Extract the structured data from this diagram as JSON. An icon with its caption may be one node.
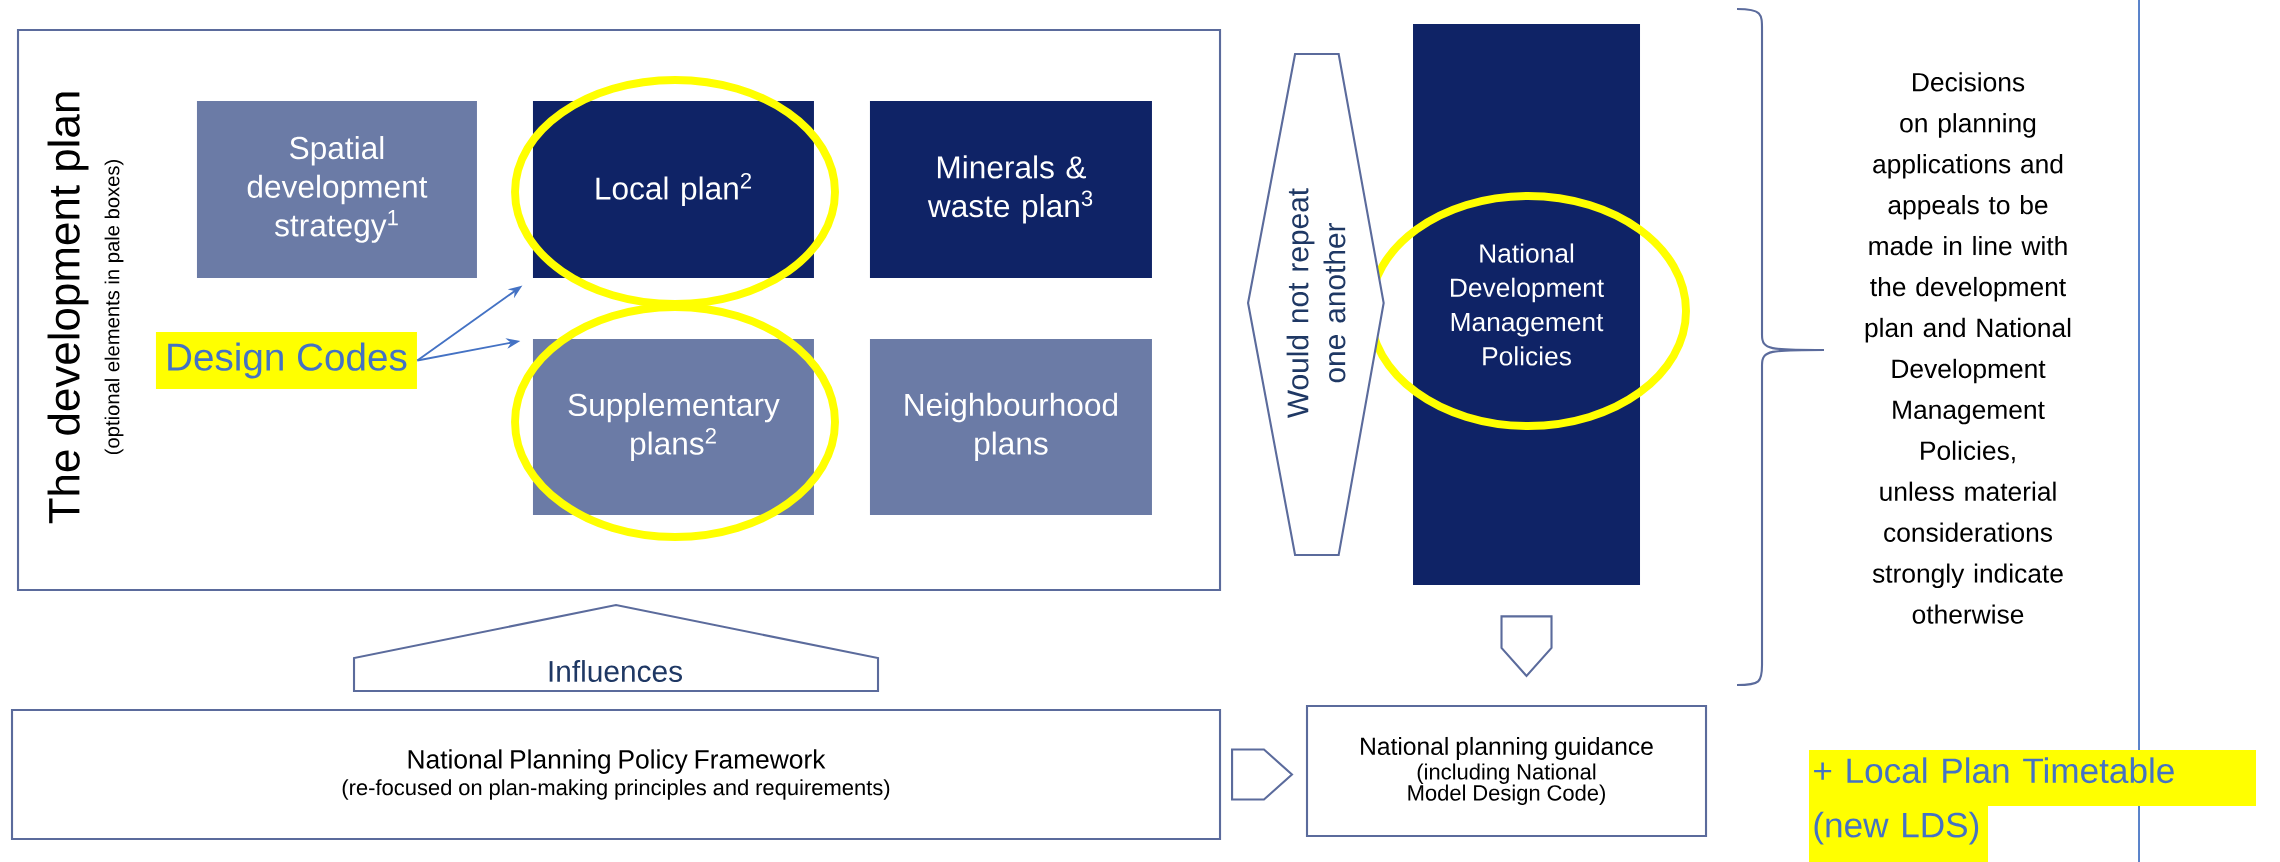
{
  "diagram": {
    "nodes": [
      {
        "text": [
          "The development plan",
          "(optional elements in pale boxes)"
        ]
      },
      {
        "text": [
          "Spatial development strategy$^{1}$"
        ],
        "in": 0
      },
      {
        "text": [
          "Local plan$^{2}$"
        ],
        "in": 0
      },
      {
        "text": [
          "Minerals & waste plan$^{3}$"
        ],
        "in": 0
      },
      {
        "text": [
          "Design Codes"
        ],
        "in": 0
      },
      {
        "text": [
          "Supplementary plans$^{2}$"
        ],
        "in": 0
      },
      {
        "text": [
          "Neighbourhood plans"
        ],
        "in": 0
      },
      {
        "text": [
          "National Development Management Policies"
        ]
      },
      {
        "text": [
          "National Planning Policy Framework",
          "(re-focused on plan-making principles and requirements)"
        ]
      },
      {
        "text": [
          "National planning guidance",
          "(including National Model Design Code)"
        ]
      }
    ],
    "edges": [
      {
        "from": 4,
        "to": 2,
        "arrow": "to",
        "color": "#4472c4"
      },
      {
        "from": 4,
        "to": 5,
        "arrow": "to",
        "color": "#4472c4"
      },
      {
        "from": 0,
        "to": 7,
        "arrow": "both",
        "label": "Would not repeat one another"
      },
      {
        "from": 8,
        "to": 0,
        "arrow": "to",
        "label": "Influences"
      },
      {
        "from": 7,
        "to": 9,
        "arrow": "to"
      },
      {
        "from": 8,
        "to": 9,
        "arrow": "to"
      }
    ],
    "labels": [
      "Decisions on planning applications and appeals to be made in line with the development plan and National Development Management Policies, unless material considerations strongly indicate otherwise",
      "+ Local Plan Timetable (new LDS)"
    ]
  }
}
